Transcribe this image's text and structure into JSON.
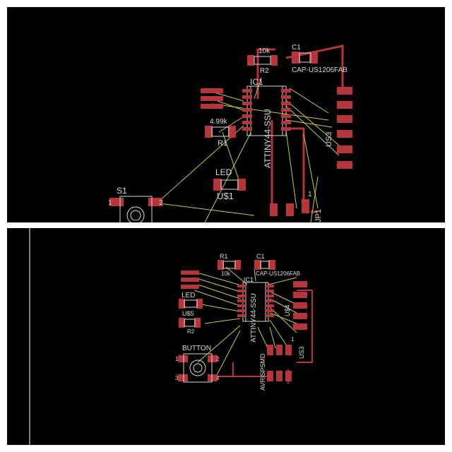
{
  "colors": {
    "background": "#000000",
    "copper": "#b5353a",
    "pad": "#b5353a",
    "airwire": "#c9c94a",
    "silk": "#d7d7d7",
    "divider": "#ffffff"
  },
  "top_board": {
    "r2_value": "10k",
    "r2_name": "R2",
    "c1_name": "C1",
    "c1_value": "CAP-US1206FAB",
    "ic_name": "IC1",
    "ic_value": "ATTINY44-SSU",
    "r1_value": "4.99k",
    "r1_name": "R1",
    "led_value": "LED",
    "led_name": "U$1",
    "s1_name": "S1",
    "s1_pin1": "1",
    "s1_pin2": "2",
    "us3_name": "US3",
    "jp1_name": "JP1",
    "jp1_pin": "1"
  },
  "bottom_board": {
    "r1_name": "R1",
    "r1_value": "10k",
    "c1_name": "C1",
    "c1_value": "CAP-US1206FAB",
    "ic_name": "IC1",
    "ic_value": "ATTINY44-SSU",
    "led_value": "LED",
    "led_name": "U$5",
    "r2_name": "R2",
    "us4_name": "U$4",
    "us3_name": "US3",
    "button_value": "BUTTON",
    "button_pin1": "1",
    "button_pin2": "2",
    "button_pin3": "3",
    "button_pin4": "4",
    "avr_name": "AVRISPSMD",
    "avr_pin": "1"
  }
}
